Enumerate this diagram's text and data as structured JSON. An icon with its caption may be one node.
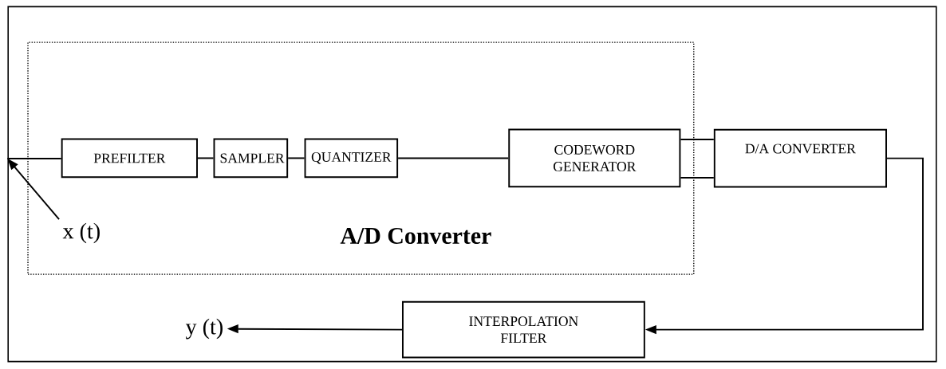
{
  "diagram": {
    "nodes": [
      {
        "text": [],
        "shape": "box"
      },
      {
        "text": [
          "A/D Converter"
        ],
        "in": 0
      },
      {
        "text": [
          "PREFILTER"
        ],
        "in": 1
      },
      {
        "text": [
          "SAMPLER"
        ],
        "in": 1
      },
      {
        "text": [
          "QUANTIZER"
        ],
        "in": 1
      },
      {
        "text": [
          "CODEWORD GENERATOR"
        ],
        "in": 1
      },
      {
        "text": [
          "D/A CONVERTER"
        ],
        "in": 0
      },
      {
        "text": [
          "INTERPOLATION FILTER"
        ],
        "in": 0
      },
      {
        "text": [
          "x (t)"
        ],
        "in": 1
      },
      {
        "text": [
          "y (t)"
        ],
        "in": 0
      }
    ],
    "edges": [
      {
        "from": 8,
        "to": 0,
        "arrow": "to"
      },
      {
        "from": 0,
        "to": 2,
        "arrow": "none"
      },
      {
        "from": 2,
        "to": 3,
        "arrow": "none"
      },
      {
        "from": 3,
        "to": 4,
        "arrow": "none"
      },
      {
        "from": 4,
        "to": 5,
        "arrow": "none"
      },
      {
        "from": 5,
        "to": 6,
        "arrow": "none"
      },
      {
        "from": 5,
        "to": 6,
        "arrow": "none"
      },
      {
        "from": 6,
        "to": 7,
        "arrow": "to"
      },
      {
        "from": 7,
        "to": 9,
        "arrow": "to"
      }
    ]
  }
}
